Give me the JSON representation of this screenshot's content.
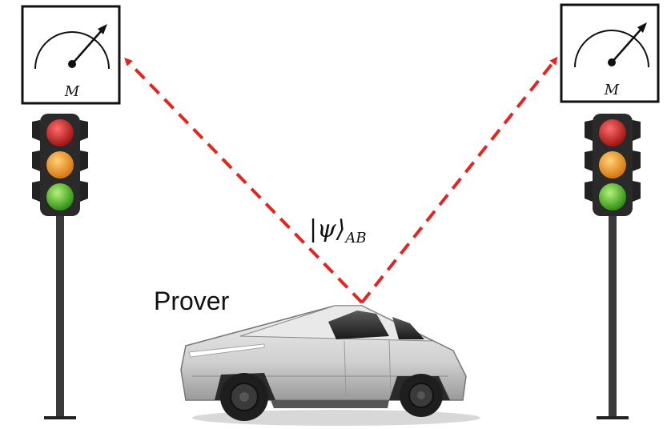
{
  "meters": {
    "left": {
      "label": "M"
    },
    "right": {
      "label": "M"
    }
  },
  "state": {
    "psi": "|ψ⟩",
    "subscript": "AB"
  },
  "prover": {
    "label": "Prover"
  },
  "colors": {
    "arrow": "#e8231f",
    "red_light": "#d42a2a",
    "yellow_light": "#f0a02a",
    "green_light": "#4cbf2a",
    "pole": "#333333",
    "frame": "#111111"
  }
}
